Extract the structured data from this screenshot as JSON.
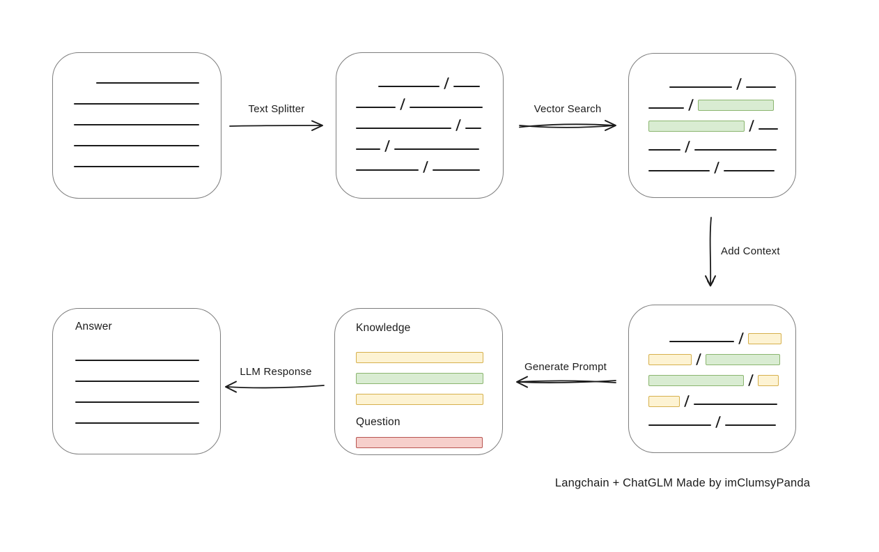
{
  "caption": "Langchain + ChatGLM Made by imClumsyPanda",
  "labels": {
    "text_splitter": "Text Splitter",
    "vector_search": "Vector Search",
    "add_context": "Add Context",
    "generate_prompt": "Generate Prompt",
    "llm_response": "LLM Response",
    "knowledge": "Knowledge",
    "question": "Question",
    "answer": "Answer"
  },
  "colors": {
    "line": "#1b1b1b",
    "box_border": "#7d7d7d",
    "green_fill": "#d9ecd2",
    "green_border": "#8ab56e",
    "yellow_fill": "#fdf3d3",
    "yellow_border": "#d6b04c",
    "red_fill": "#f6cfcb",
    "red_border": "#b85450"
  },
  "boxes": {
    "source_document": {
      "rows": [
        [
          {
            "t": "indent",
            "w": 32
          },
          {
            "t": "line",
            "w": 148
          }
        ],
        [
          {
            "t": "line",
            "w": 180
          }
        ],
        [
          {
            "t": "line",
            "w": 180
          }
        ],
        [
          {
            "t": "line",
            "w": 180
          }
        ],
        [
          {
            "t": "line",
            "w": 180
          }
        ]
      ]
    },
    "split_chunks": {
      "rows": [
        [
          {
            "t": "indent",
            "w": 32
          },
          {
            "t": "line",
            "w": 88
          },
          {
            "t": "slash"
          },
          {
            "t": "line",
            "w": 38
          }
        ],
        [
          {
            "t": "line",
            "w": 57
          },
          {
            "t": "slash"
          },
          {
            "t": "line",
            "w": 105
          }
        ],
        [
          {
            "t": "line",
            "w": 137
          },
          {
            "t": "slash"
          },
          {
            "t": "line",
            "w": 23
          }
        ],
        [
          {
            "t": "line",
            "w": 35
          },
          {
            "t": "slash"
          },
          {
            "t": "line",
            "w": 122
          }
        ],
        [
          {
            "t": "line",
            "w": 90
          },
          {
            "t": "slash"
          },
          {
            "t": "line",
            "w": 68
          }
        ]
      ]
    },
    "matched_chunks": {
      "rows": [
        [
          {
            "t": "indent",
            "w": 30
          },
          {
            "t": "line",
            "w": 90
          },
          {
            "t": "slash"
          },
          {
            "t": "line",
            "w": 43
          }
        ],
        [
          {
            "t": "line",
            "w": 51
          },
          {
            "t": "slash"
          },
          {
            "t": "chunk",
            "c": "green",
            "w": 109
          }
        ],
        [
          {
            "t": "chunk",
            "c": "green",
            "w": 138
          },
          {
            "t": "slash"
          },
          {
            "t": "line",
            "w": 28
          }
        ],
        [
          {
            "t": "line",
            "w": 46
          },
          {
            "t": "slash"
          },
          {
            "t": "line",
            "w": 118
          }
        ],
        [
          {
            "t": "line",
            "w": 88
          },
          {
            "t": "slash"
          },
          {
            "t": "line",
            "w": 73
          }
        ]
      ]
    },
    "context_chunks": {
      "rows": [
        [
          {
            "t": "indent",
            "w": 30
          },
          {
            "t": "line",
            "w": 93
          },
          {
            "t": "slash"
          },
          {
            "t": "chunk",
            "c": "yellow",
            "w": 48
          }
        ],
        [
          {
            "t": "chunk",
            "c": "yellow",
            "w": 62
          },
          {
            "t": "slash"
          },
          {
            "t": "chunk",
            "c": "green",
            "w": 107
          }
        ],
        [
          {
            "t": "chunk",
            "c": "green",
            "w": 137
          },
          {
            "t": "slash"
          },
          {
            "t": "chunk",
            "c": "yellow",
            "w": 30
          }
        ],
        [
          {
            "t": "chunk",
            "c": "yellow",
            "w": 45
          },
          {
            "t": "slash"
          },
          {
            "t": "line",
            "w": 120
          }
        ],
        [
          {
            "t": "line",
            "w": 90
          },
          {
            "t": "slash"
          },
          {
            "t": "line",
            "w": 73
          }
        ]
      ]
    },
    "prompt": {
      "knowledge_rows": [
        [
          {
            "t": "chunk",
            "c": "yellow",
            "w": 183
          }
        ],
        [
          {
            "t": "chunk",
            "c": "green",
            "w": 183
          }
        ],
        [
          {
            "t": "chunk",
            "c": "yellow",
            "w": 183
          }
        ]
      ],
      "question_rows": [
        [
          {
            "t": "chunk",
            "c": "red",
            "w": 182
          }
        ]
      ]
    },
    "answer": {
      "rows": [
        [
          {
            "t": "line",
            "w": 178
          }
        ],
        [
          {
            "t": "line",
            "w": 178
          }
        ],
        [
          {
            "t": "line",
            "w": 178
          }
        ],
        [
          {
            "t": "line",
            "w": 178
          }
        ]
      ]
    }
  }
}
